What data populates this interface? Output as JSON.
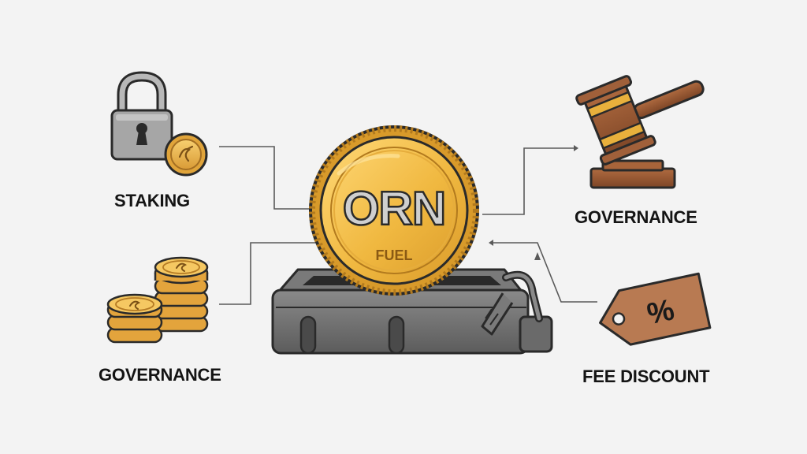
{
  "labels": {
    "staking": "STAKING",
    "governance_left": "GOVERNANCE",
    "governance_right": "GOVERNANCE",
    "fee_discount": "FEE DISCOUNT"
  },
  "coin": {
    "ticker": "ORN",
    "subtitle": "FUEL"
  },
  "tag": {
    "symbol": "%"
  },
  "colors": {
    "background": "#f3f3f3",
    "coin_gold": "#f0b840",
    "coin_rim": "#d89a2a",
    "outline": "#2a2a2a",
    "tank_gray": "#6e6e6e",
    "lock_gray": "#a6a6a6",
    "wood": "#9a5a34",
    "tag_brown": "#b87a52",
    "connector": "#555555"
  },
  "icons": [
    "padlock-icon",
    "coin-stack-icon",
    "gavel-icon",
    "price-tag-icon",
    "fuel-tank-icon",
    "orn-coin-icon"
  ]
}
